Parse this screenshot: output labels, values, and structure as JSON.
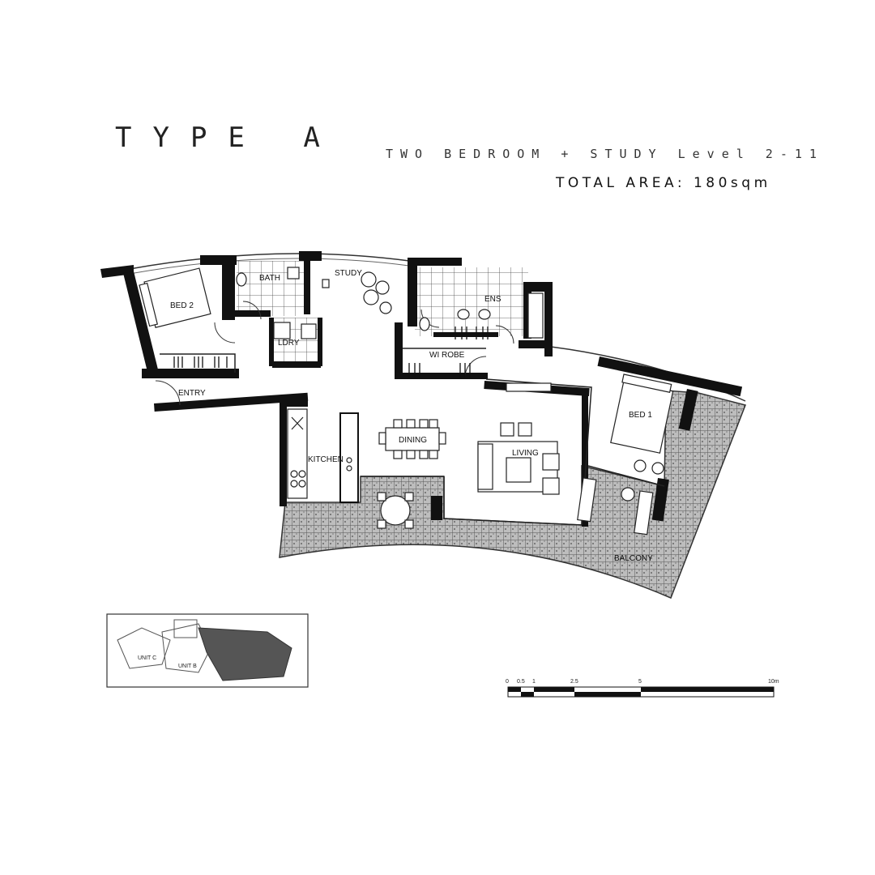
{
  "header": {
    "title": "TYPE A",
    "subtitle": "TWO BEDROOM + STUDY  Level 2-11",
    "total_area": "TOTAL AREA: 180sqm"
  },
  "rooms": {
    "bed2": "BED 2",
    "bath": "BATH",
    "study": "STUDY",
    "ens": "ENS",
    "ldry": "LDRY",
    "wi_robe": "WI ROBE",
    "entry": "ENTRY",
    "bed1": "BED 1",
    "kitchen": "KITCHEN",
    "dining": "DINING",
    "living": "LIVING",
    "balcony": "BALCONY"
  },
  "key_plan": {
    "unit_c": "UNIT C",
    "unit_b": "UNIT B"
  },
  "scale_bar": {
    "ticks": [
      "0",
      "0.5",
      "1",
      "2.5",
      "5",
      "10m"
    ]
  },
  "colors": {
    "wall": "#111111",
    "paving": "#9a9a9a",
    "line": "#222222"
  }
}
